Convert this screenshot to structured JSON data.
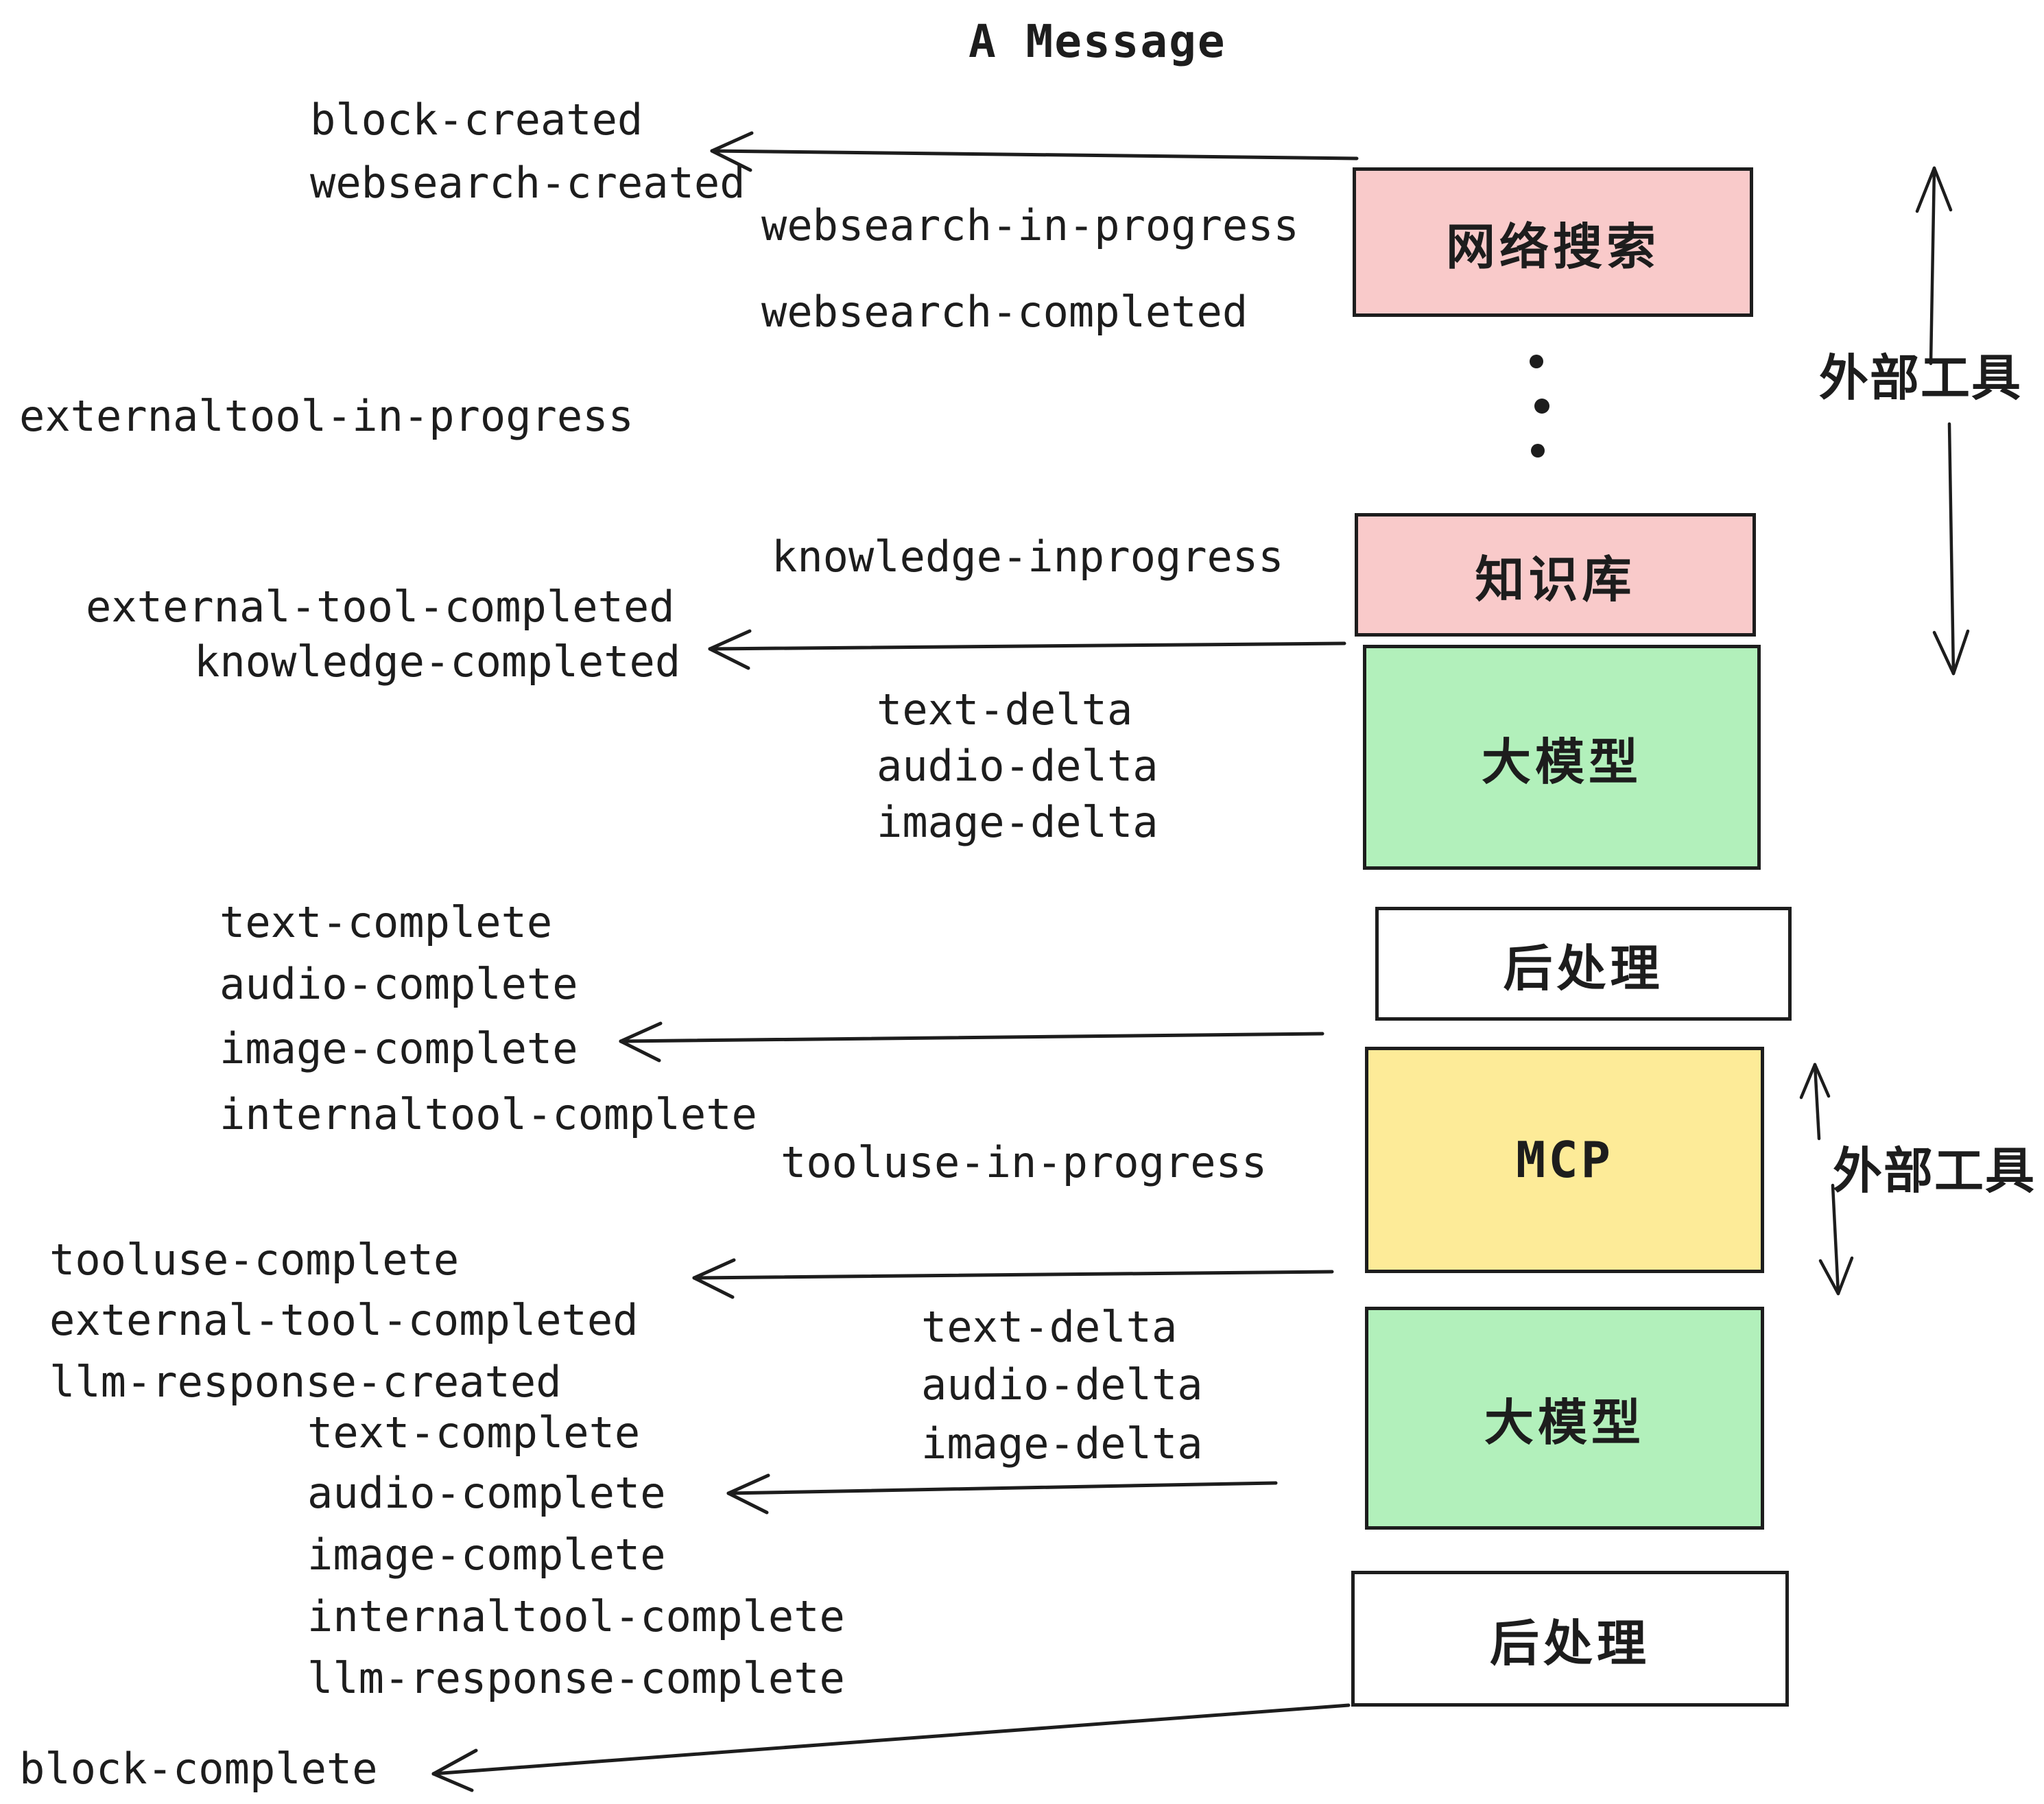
{
  "title": "A Message",
  "palette": {
    "ink": "#1d1d1d",
    "pink": "#f9caca",
    "green": "#b2f0bb",
    "yellow": "#fdeb98",
    "white": "#ffffff"
  },
  "nodes": [
    {
      "id": "websearch",
      "label": "网络搜索",
      "fill": "pink"
    },
    {
      "id": "knowledge",
      "label": "知识库",
      "fill": "pink"
    },
    {
      "id": "llm-1",
      "label": "大模型",
      "fill": "green"
    },
    {
      "id": "postprocess-1",
      "label": "后处理",
      "fill": "white"
    },
    {
      "id": "mcp",
      "label": "MCP",
      "fill": "yellow"
    },
    {
      "id": "llm-2",
      "label": "大模型",
      "fill": "green"
    },
    {
      "id": "postprocess-2",
      "label": "后处理",
      "fill": "white"
    }
  ],
  "side_labels": {
    "external_tool_top": "外部工具",
    "external_tool_mid": "外部工具"
  },
  "events": [
    {
      "text": "block-created"
    },
    {
      "text": "websearch-created"
    },
    {
      "text": "websearch-in-progress"
    },
    {
      "text": "websearch-completed"
    },
    {
      "text": "externaltool-in-progress"
    },
    {
      "text": "knowledge-inprogress"
    },
    {
      "text": "external-tool-completed"
    },
    {
      "text": "knowledge-completed"
    },
    {
      "text": "text-delta"
    },
    {
      "text": "audio-delta"
    },
    {
      "text": "image-delta"
    },
    {
      "text": "text-complete"
    },
    {
      "text": "audio-complete"
    },
    {
      "text": "image-complete"
    },
    {
      "text": "internaltool-complete"
    },
    {
      "text": "tooluse-in-progress"
    },
    {
      "text": "tooluse-complete"
    },
    {
      "text": "external-tool-completed"
    },
    {
      "text": "llm-response-created"
    },
    {
      "text": "text-delta"
    },
    {
      "text": "audio-delta"
    },
    {
      "text": "image-delta"
    },
    {
      "text": "text-complete"
    },
    {
      "text": "audio-complete"
    },
    {
      "text": "image-complete"
    },
    {
      "text": "internaltool-complete"
    },
    {
      "text": "llm-response-complete"
    },
    {
      "text": "block-complete"
    }
  ]
}
